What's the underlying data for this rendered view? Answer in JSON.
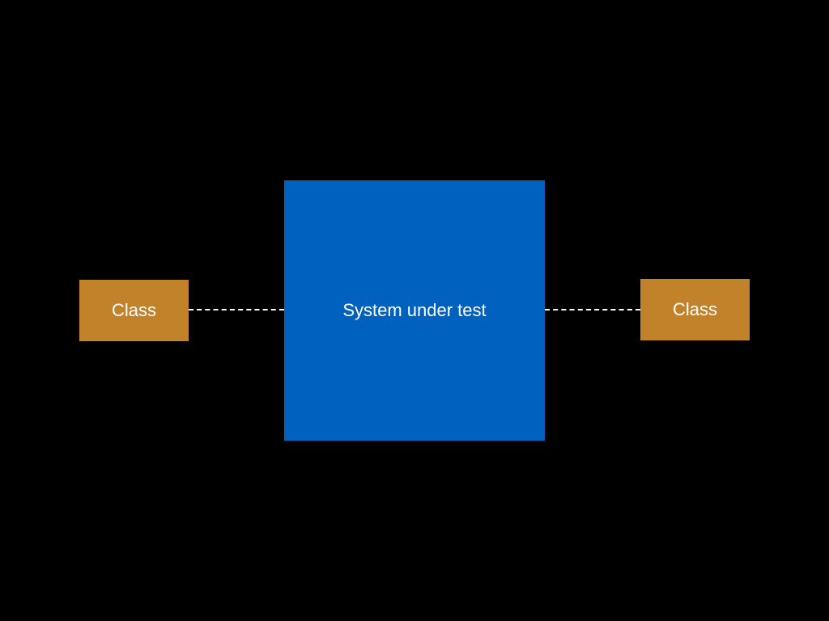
{
  "diagram": {
    "center_box": {
      "label": "System under test",
      "color": "#0062BE"
    },
    "left_box": {
      "label": "Class",
      "color": "#C1822A"
    },
    "right_box": {
      "label": "Class",
      "color": "#C1822A"
    },
    "connectors": [
      {
        "from": "left_box",
        "to": "center_box",
        "style": "dashed"
      },
      {
        "from": "center_box",
        "to": "right_box",
        "style": "dashed"
      }
    ],
    "background": "#000000",
    "text_color": "#FFFFFF"
  }
}
